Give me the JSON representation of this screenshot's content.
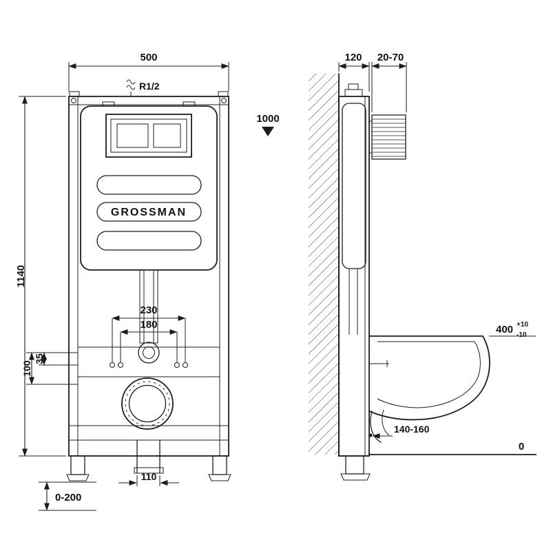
{
  "meta": {
    "brand": "GROSSMAN",
    "drawing": "wall-hung toilet installation frame, front and side views"
  },
  "front": {
    "width": "500",
    "height": "1140",
    "inlet": "R1/2",
    "inlet_height": "1000",
    "mount_outer": "230",
    "mount_inner": "180",
    "offset_a": "100",
    "offset_b": "35",
    "drain_width": "110",
    "feet_range": "0-200"
  },
  "side": {
    "depth": "120",
    "plate_range": "20-70",
    "bowl_height": "400",
    "tol_plus": "+10",
    "tol_minus": "-10",
    "drain_offset": "140-160",
    "floor": "0"
  },
  "icons": {
    "water_inlet": "water-inlet-icon",
    "level_marker": "level-marker-triangle"
  }
}
